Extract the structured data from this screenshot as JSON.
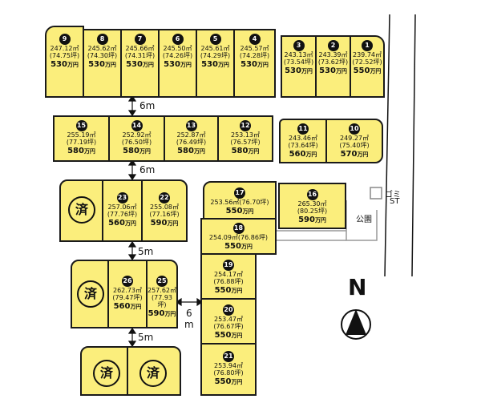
{
  "lots": [
    {
      "id": "9",
      "area": "247.12㎡",
      "tsubo": "(74.75坪)",
      "price": "530",
      "unit": "万円"
    },
    {
      "id": "8",
      "area": "245.62㎡",
      "tsubo": "(74.30坪)",
      "price": "530",
      "unit": "万円"
    },
    {
      "id": "7",
      "area": "245.66㎡",
      "tsubo": "(74.31坪)",
      "price": "530",
      "unit": "万円"
    },
    {
      "id": "6",
      "area": "245.50㎡",
      "tsubo": "(74.26坪)",
      "price": "530",
      "unit": "万円"
    },
    {
      "id": "5",
      "area": "245.61㎡",
      "tsubo": "(74.29坪)",
      "price": "530",
      "unit": "万円"
    },
    {
      "id": "4",
      "area": "245.57㎡",
      "tsubo": "(74.28坪)",
      "price": "530",
      "unit": "万円"
    },
    {
      "id": "3",
      "area": "243.13㎡",
      "tsubo": "(73.54坪)",
      "price": "530",
      "unit": "万円"
    },
    {
      "id": "2",
      "area": "243.39㎡",
      "tsubo": "(73.62坪)",
      "price": "530",
      "unit": "万円"
    },
    {
      "id": "1",
      "area": "239.74㎡",
      "tsubo": "(72.52坪)",
      "price": "550",
      "unit": "万円"
    },
    {
      "id": "15",
      "area": "255.19㎡",
      "tsubo": "(77.19坪)",
      "price": "580",
      "unit": "万円"
    },
    {
      "id": "14",
      "area": "252.92㎡",
      "tsubo": "(76.50坪)",
      "price": "580",
      "unit": "万円"
    },
    {
      "id": "13",
      "area": "252.87㎡",
      "tsubo": "(76.49坪)",
      "price": "580",
      "unit": "万円"
    },
    {
      "id": "12",
      "area": "253.13㎡",
      "tsubo": "(76.57坪)",
      "price": "580",
      "unit": "万円"
    },
    {
      "id": "11",
      "area": "243.46㎡",
      "tsubo": "(73.64坪)",
      "price": "560",
      "unit": "万円"
    },
    {
      "id": "10",
      "area": "249.27㎡",
      "tsubo": "(75.40坪)",
      "price": "570",
      "unit": "万円"
    },
    {
      "id": "23",
      "area": "257.06㎡",
      "tsubo": "(77.76坪)",
      "price": "560",
      "unit": "万円"
    },
    {
      "id": "22",
      "area": "255.08㎡",
      "tsubo": "(77.16坪)",
      "price": "590",
      "unit": "万円"
    },
    {
      "id": "17",
      "area": "253.56㎡(76.70坪)",
      "tsubo": "",
      "price": "550",
      "unit": "万円"
    },
    {
      "id": "16",
      "area": "265.30㎡",
      "tsubo": "(80.25坪)",
      "price": "590",
      "unit": "万円"
    },
    {
      "id": "18",
      "area": "254.09㎡(76.86坪)",
      "tsubo": "",
      "price": "550",
      "unit": "万円"
    },
    {
      "id": "26",
      "area": "262.73㎡",
      "tsubo": "(79.47坪)",
      "price": "560",
      "unit": "万円"
    },
    {
      "id": "25",
      "area": "257.62㎡",
      "tsubo": "(77.93坪)",
      "price": "590",
      "unit": "万円"
    },
    {
      "id": "19",
      "area": "254.17㎡",
      "tsubo": "(76.88坪)",
      "price": "550",
      "unit": "万円"
    },
    {
      "id": "20",
      "area": "253.47㎡",
      "tsubo": "(76.67坪)",
      "price": "550",
      "unit": "万円"
    },
    {
      "id": "21",
      "area": "253.94㎡",
      "tsubo": "(76.80坪)",
      "price": "550",
      "unit": "万円"
    }
  ],
  "sold_label": "済",
  "roads": {
    "r6a": "6m",
    "r6b": "6m",
    "r5a": "5m",
    "r5b": "5m",
    "r6v_num": "6",
    "r6v_unit": "m"
  },
  "labels": {
    "gomi": "ゴミ",
    "st": "ST",
    "park": "公園",
    "north": "N"
  }
}
